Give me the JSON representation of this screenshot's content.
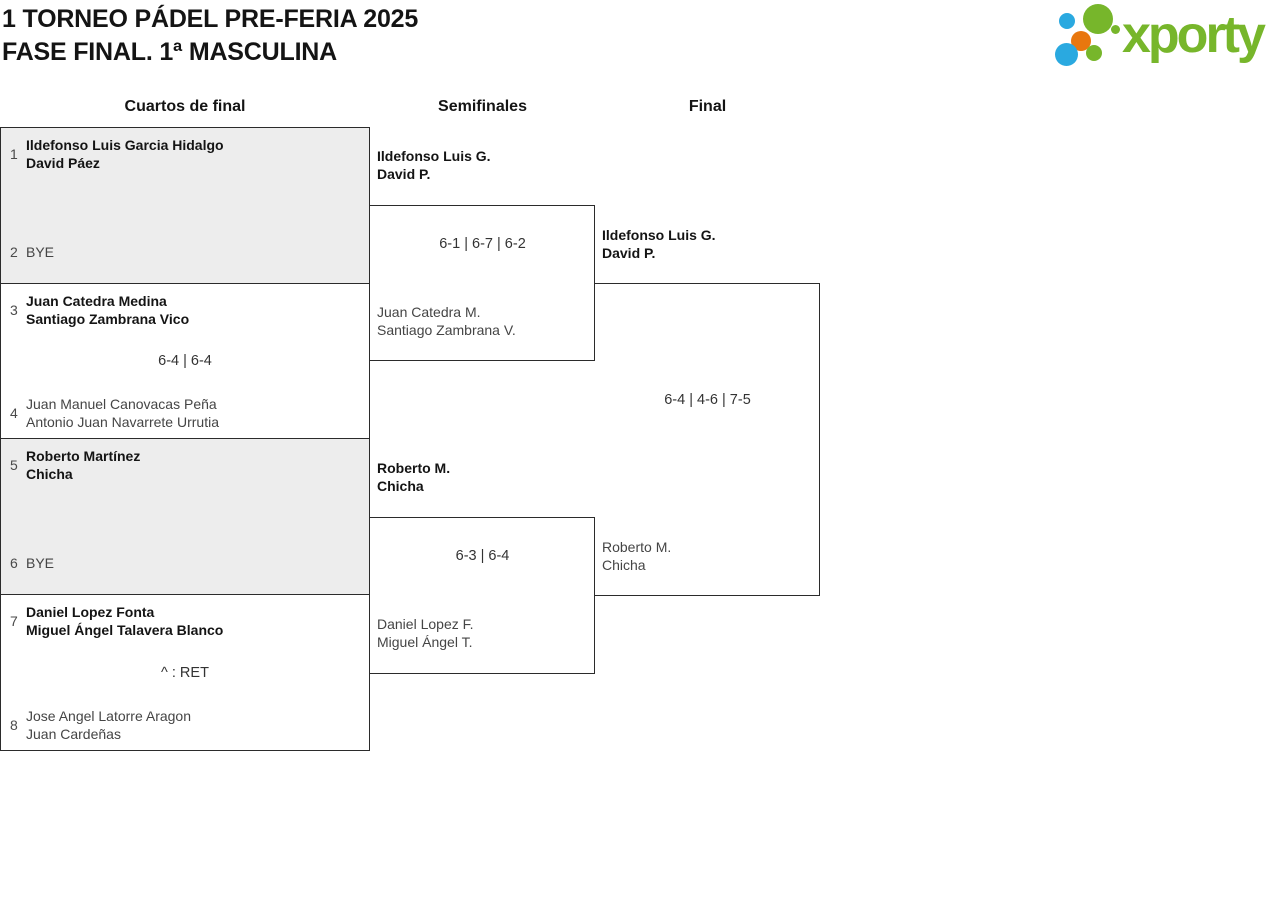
{
  "page": {
    "title_line1": "1 TORNEO PÁDEL PRE-FERIA 2025",
    "title_line2": "FASE FINAL. 1ª MASCULINA"
  },
  "logo": {
    "text": "xporty",
    "colors": {
      "green": "#77b62b",
      "blue": "#2aa9e0",
      "orange": "#e8770e"
    }
  },
  "columns": {
    "quarterfinals": "Cuartos de final",
    "semifinals": "Semifinales",
    "final": "Final"
  },
  "colors": {
    "shaded_box": "#ededed",
    "box_border": "#2b2b2b",
    "winner_text": "#141414",
    "regular_text": "#454545"
  },
  "bracket": {
    "quarterfinals": [
      {
        "shaded": true,
        "score": "",
        "top": {
          "seed": "1",
          "line1": "Ildefonso Luis Garcia Hidalgo",
          "line2": "David Páez",
          "winner": true
        },
        "bottom": {
          "seed": "2",
          "line1": "BYE",
          "line2": "",
          "winner": false
        }
      },
      {
        "shaded": false,
        "score": "6-4 | 6-4",
        "top": {
          "seed": "3",
          "line1": "Juan Catedra Medina",
          "line2": "Santiago Zambrana Vico",
          "winner": true
        },
        "bottom": {
          "seed": "4",
          "line1": "Juan Manuel Canovacas Peña",
          "line2": "Antonio Juan Navarrete Urrutia",
          "winner": false
        }
      },
      {
        "shaded": true,
        "score": "",
        "top": {
          "seed": "5",
          "line1": "Roberto Martínez",
          "line2": "Chicha",
          "winner": true
        },
        "bottom": {
          "seed": "6",
          "line1": "BYE",
          "line2": "",
          "winner": false
        }
      },
      {
        "shaded": false,
        "score": "^ : RET",
        "top": {
          "seed": "7",
          "line1": "Daniel Lopez Fonta",
          "line2": "Miguel Ángel Talavera Blanco",
          "winner": true
        },
        "bottom": {
          "seed": "8",
          "line1": "Jose Angel Latorre Aragon",
          "line2": "Juan Cardeñas",
          "winner": false
        }
      }
    ],
    "semifinals": [
      {
        "score": "6-1 | 6-7 | 6-2",
        "top": {
          "line1": "Ildefonso Luis G.",
          "line2": "David P.",
          "winner": true
        },
        "bottom": {
          "line1": "Juan Catedra M.",
          "line2": "Santiago Zambrana V.",
          "winner": false
        }
      },
      {
        "score": "6-3 | 6-4",
        "top": {
          "line1": "Roberto M.",
          "line2": "Chicha",
          "winner": true
        },
        "bottom": {
          "line1": "Daniel Lopez F.",
          "line2": "Miguel Ángel T.",
          "winner": false
        }
      }
    ],
    "final": {
      "score": "6-4 | 4-6 | 7-5",
      "top": {
        "line1": "Ildefonso Luis G.",
        "line2": "David P.",
        "winner": true
      },
      "bottom": {
        "line1": "Roberto M.",
        "line2": "Chicha",
        "winner": false
      }
    }
  }
}
